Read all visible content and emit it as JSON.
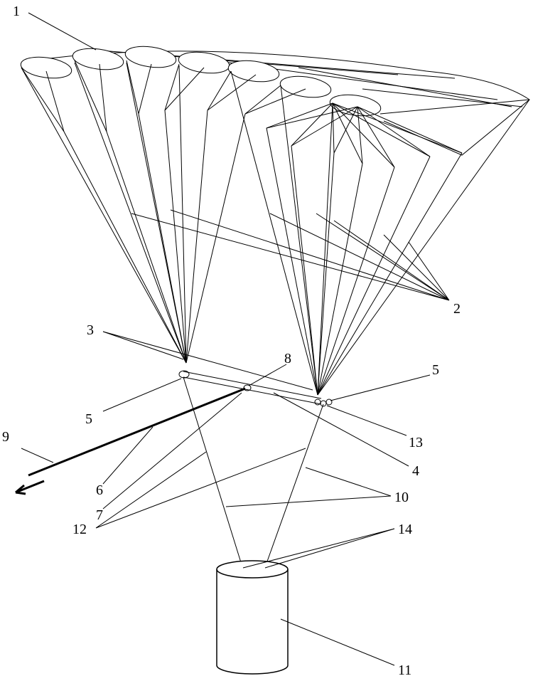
{
  "figure": {
    "labels": {
      "canopy": "1",
      "suspension_lines": "2",
      "line_junctions": "3",
      "pulley_left": "5",
      "pulley_right": "5",
      "bar": "4",
      "central_point": "8",
      "tow_rope": "9",
      "element_13": "13",
      "element_6": "6",
      "element_7": "7",
      "risers": "10",
      "element_12": "12",
      "attachment_points": "14",
      "payload": "11"
    }
  }
}
